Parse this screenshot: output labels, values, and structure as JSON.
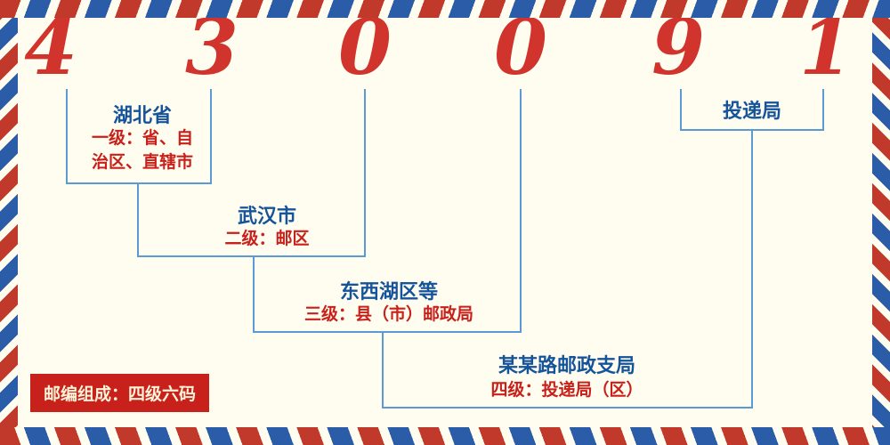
{
  "digits": [
    "4",
    "3",
    "0",
    "0",
    "9",
    "1"
  ],
  "levels": [
    {
      "title": "湖北省",
      "desc1": "一级：省、自",
      "desc2": "治区、直辖市"
    },
    {
      "title": "武汉市",
      "desc1": "二级：邮区"
    },
    {
      "title": "东西湖区等",
      "desc1": "三级：县（市）邮政局"
    },
    {
      "title": "某某路邮政支局",
      "desc1": "四级：投递局（区）"
    },
    {
      "title": "投递局"
    }
  ],
  "badge": {
    "text": "邮编组成：四级六码"
  },
  "colors": {
    "digit_red": "#d0342c",
    "label_blue": "#15549a",
    "label_red": "#c8201a",
    "line_blue": "#5b9bd5",
    "badge_bg": "#c8201a",
    "badge_text": "#fbf3d8",
    "background": "#fffdf0",
    "stripe_red": "#c0392b",
    "stripe_blue": "#2b5ca8"
  }
}
